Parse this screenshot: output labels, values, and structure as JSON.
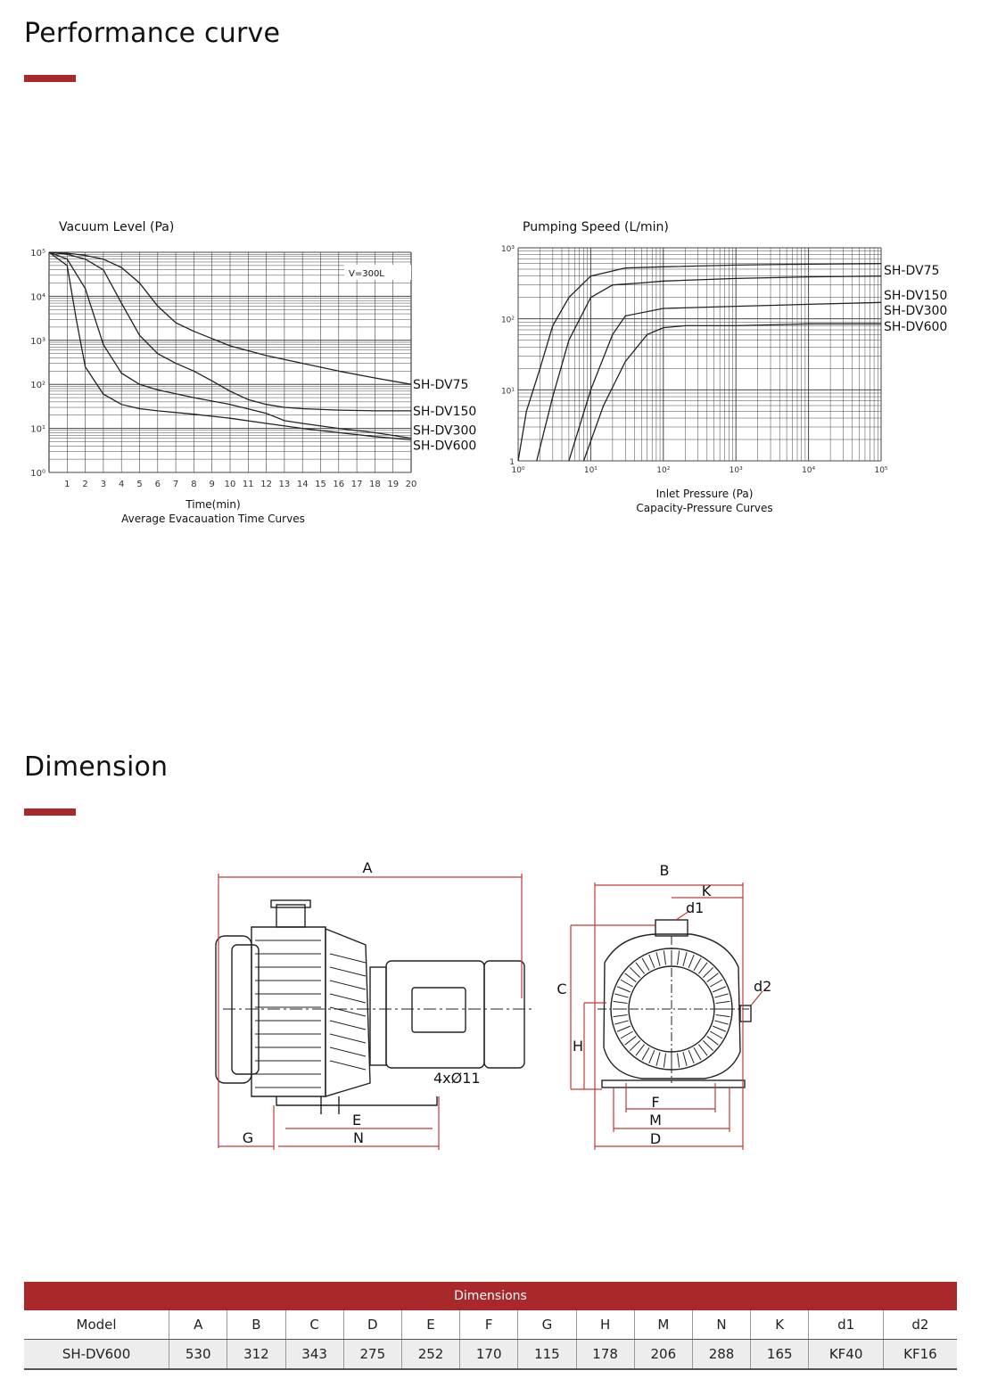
{
  "sections": {
    "performance_title": "Performance curve",
    "dimension_title": "Dimension"
  },
  "chart_data": [
    {
      "type": "line",
      "title": "Vacuum Level (Pa)",
      "xlabel": "Time(min)",
      "caption": "Average Evacauation Time Curves",
      "annotation": "V=300L",
      "x_ticks": [
        "1",
        "2",
        "3",
        "4",
        "5",
        "6",
        "7",
        "8",
        "9",
        "10",
        "11",
        "12",
        "13",
        "14",
        "15",
        "16",
        "17",
        "18",
        "19",
        "20"
      ],
      "y_ticks": [
        "10⁵",
        "10⁴",
        "10³",
        "10²",
        "10¹",
        "10⁰"
      ],
      "y_scale": "log",
      "xlim": [
        0,
        20
      ],
      "ylim": [
        1,
        100000
      ],
      "series": [
        {
          "name": "SH-DV75",
          "x": [
            0,
            1,
            2,
            3,
            4,
            5,
            6,
            7,
            8,
            9,
            10,
            12,
            14,
            16,
            18,
            20
          ],
          "y": [
            100000,
            95000,
            85000,
            70000,
            45000,
            20000,
            6000,
            2500,
            1600,
            1100,
            750,
            450,
            300,
            200,
            140,
            100
          ]
        },
        {
          "name": "SH-DV150",
          "x": [
            0,
            1,
            2,
            3,
            4,
            5,
            6,
            7,
            8,
            9,
            10,
            11,
            12,
            13,
            14,
            16,
            18,
            20
          ],
          "y": [
            100000,
            90000,
            70000,
            40000,
            7000,
            1300,
            500,
            300,
            200,
            120,
            70,
            45,
            35,
            30,
            28,
            26,
            25,
            25
          ]
        },
        {
          "name": "SH-DV300",
          "x": [
            0,
            1,
            2,
            3,
            4,
            5,
            6,
            8,
            10,
            12,
            13,
            14,
            16,
            18,
            20
          ],
          "y": [
            100000,
            70000,
            15000,
            800,
            180,
            100,
            75,
            50,
            35,
            22,
            15,
            13,
            10,
            8,
            6
          ]
        },
        {
          "name": "SH-DV600",
          "x": [
            0,
            1,
            1.5,
            2,
            3,
            4,
            5,
            6,
            8,
            10,
            12,
            14,
            16,
            18,
            20
          ],
          "y": [
            100000,
            50000,
            3000,
            250,
            60,
            35,
            28,
            25,
            21,
            17,
            13,
            10,
            8,
            6.5,
            5.5
          ]
        }
      ]
    },
    {
      "type": "line",
      "title": "Pumping Speed (L/min)",
      "xlabel": "Inlet Pressure (Pa)",
      "caption": "Capacity-Pressure Curves",
      "x_ticks": [
        "10⁰",
        "10¹",
        "10²",
        "10³",
        "10⁴",
        "10⁵"
      ],
      "y_ticks": [
        "10³",
        "10²",
        "10¹",
        "1"
      ],
      "x_scale": "log",
      "y_scale": "log",
      "xlim": [
        1,
        100000
      ],
      "ylim": [
        1,
        1000
      ],
      "series": [
        {
          "name": "SH-DV75",
          "x": [
            1,
            1.3,
            2,
            3,
            5,
            10,
            30,
            100,
            1000,
            10000,
            100000
          ],
          "y": [
            1,
            5,
            20,
            80,
            200,
            400,
            520,
            540,
            570,
            590,
            600
          ]
        },
        {
          "name": "SH-DV150",
          "x": [
            1.8,
            3,
            5,
            10,
            20,
            50,
            100,
            1000,
            10000,
            100000
          ],
          "y": [
            1,
            8,
            50,
            200,
            300,
            320,
            340,
            370,
            390,
            400
          ]
        },
        {
          "name": "SH-DV300",
          "x": [
            5,
            10,
            20,
            30,
            100,
            1000,
            10000,
            100000
          ],
          "y": [
            1,
            10,
            60,
            110,
            140,
            150,
            160,
            170
          ]
        },
        {
          "name": "SH-DV600",
          "x": [
            8,
            15,
            30,
            60,
            100,
            200,
            1000,
            10000,
            100000
          ],
          "y": [
            1,
            6,
            25,
            60,
            75,
            80,
            80,
            85,
            85
          ]
        }
      ]
    }
  ],
  "drawing": {
    "labels": {
      "A": "A",
      "B": "B",
      "C": "C",
      "D": "D",
      "E": "E",
      "F": "F",
      "G": "G",
      "H": "H",
      "K": "K",
      "M": "M",
      "N": "N",
      "d1": "d1",
      "d2": "d2",
      "holes": "4xØ11"
    }
  },
  "dimensions_table": {
    "caption": "Dimensions",
    "headers": [
      "Model",
      "A",
      "B",
      "C",
      "D",
      "E",
      "F",
      "G",
      "H",
      "M",
      "N",
      "K",
      "d1",
      "d2"
    ],
    "rows": [
      [
        "SH-DV600",
        "530",
        "312",
        "343",
        "275",
        "252",
        "170",
        "115",
        "178",
        "206",
        "288",
        "165",
        "KF40",
        "KF16"
      ]
    ]
  }
}
